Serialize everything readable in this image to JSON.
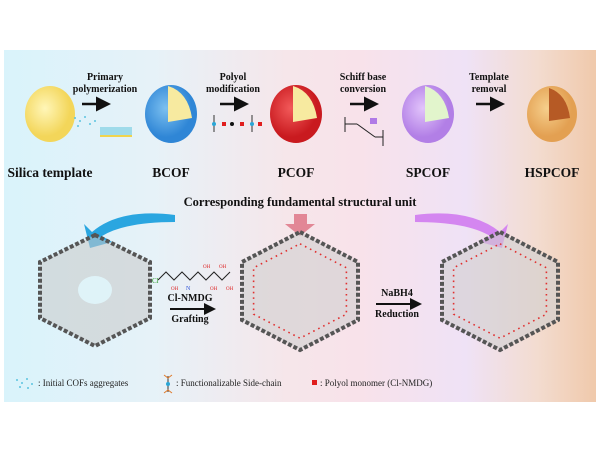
{
  "steps": [
    {
      "label": "Silica template"
    },
    {
      "label": "BCOF"
    },
    {
      "label": "PCOF"
    },
    {
      "label": "SPCOF"
    },
    {
      "label": "HSPCOF"
    }
  ],
  "arrows": [
    {
      "line1": "Primary",
      "line2": "polymerization"
    },
    {
      "line1": "Polyol",
      "line2": "modification"
    },
    {
      "line1": "Schiff base",
      "line2": "conversion"
    },
    {
      "line1": "Template",
      "line2": "removal"
    }
  ],
  "section_title": "Corresponding fundamental structural unit",
  "reaction1": {
    "reagent": "Cl-NMDG",
    "label": "Grafting"
  },
  "reaction2": {
    "reagent": "NaBH4",
    "label": "Reduction"
  },
  "molecule_labels": {
    "cl": "Cl",
    "n": "N",
    "oh": "OH"
  },
  "legend": [
    {
      "label": ": Initial COFs aggregates"
    },
    {
      "label": ": Functionalizable Side-chain"
    },
    {
      "label": ": Polyol monomer (Cl-NMDG)"
    }
  ],
  "colors": {
    "silica": "#f7e27a",
    "bcof": "#4a9fe0",
    "pcof": "#e0282c",
    "spcof": "#c79af0",
    "hspcof": "#eab26a",
    "polyol": "#e01e1e"
  }
}
